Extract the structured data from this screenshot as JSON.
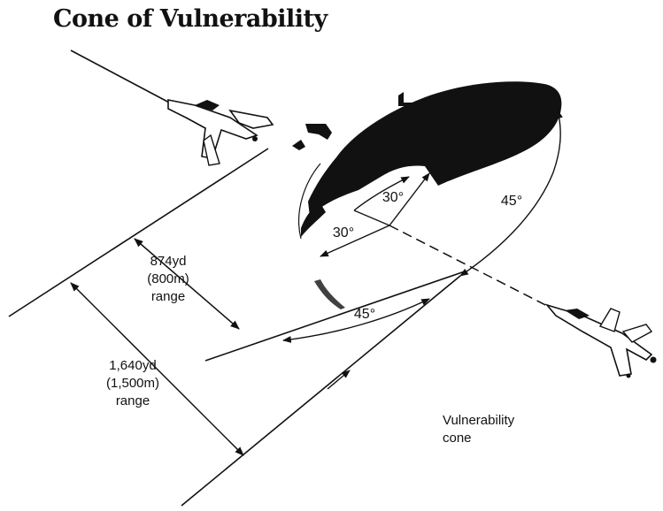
{
  "title": "Cone of Vulnerability",
  "labels": {
    "range_874_line1": "874yd",
    "range_874_line2": "(800m)",
    "range_874_line3": "range",
    "range_1640_line1": "1,640yd",
    "range_1640_line2": "(1,500m)",
    "range_1640_line3": "range",
    "angle_30_upper": "30°",
    "angle_30_lower": "30°",
    "angle_45_right": "45°",
    "angle_45_lower": "45°",
    "cone_line1": "Vulnerability",
    "cone_line2": "cone"
  },
  "icons": {
    "attacker": "fighter-jet-icon",
    "target": "fighter-jet-icon"
  },
  "colors": {
    "ink": "#111111",
    "background": "#ffffff"
  }
}
